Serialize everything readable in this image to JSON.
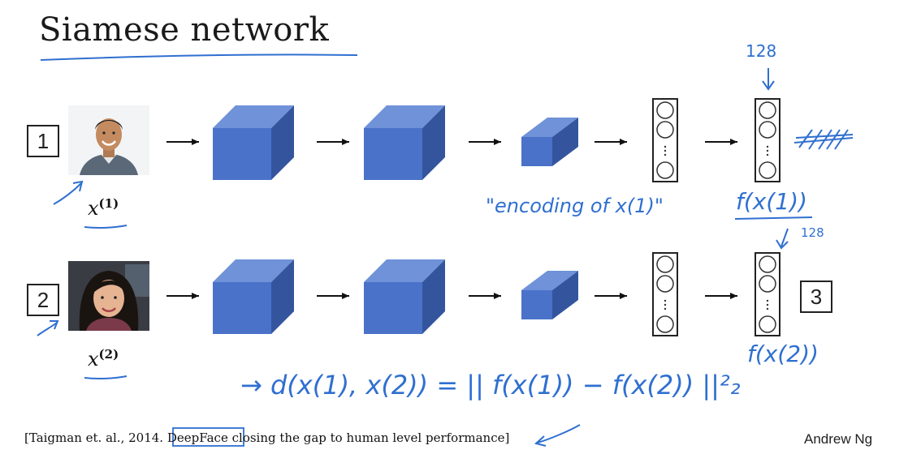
{
  "title": "Siamese network",
  "rows": [
    {
      "number": "1",
      "input_base": "x",
      "input_sup": "(1)"
    },
    {
      "number": "2",
      "input_base": "x",
      "input_sup": "(2)"
    }
  ],
  "output_box": "3",
  "citation": {
    "prefix": "[Taigman et. al., 2014.",
    "highlight": "DeepFace",
    "suffix": "closing the gap to human level performance]"
  },
  "author": "Andrew Ng",
  "annotations": {
    "dim_top": "128",
    "dim_mid": "128",
    "encoding_note": "\"encoding of x(1)\"",
    "f_x1": "f(x(1))",
    "f_x2": "f(x(2))",
    "distance_formula": "→ d(x(1), x(2)) = || f(x(1)) − f(x(2)) ||²₂"
  },
  "colors": {
    "cube_front": "#4a72c9",
    "cube_top": "#6f92d8",
    "cube_side": "#34559e",
    "annotation_ink": "#2f6fd0"
  },
  "icons": [
    "arrow-right-icon",
    "neuron-column-icon",
    "face-photo-man",
    "face-photo-woman"
  ]
}
